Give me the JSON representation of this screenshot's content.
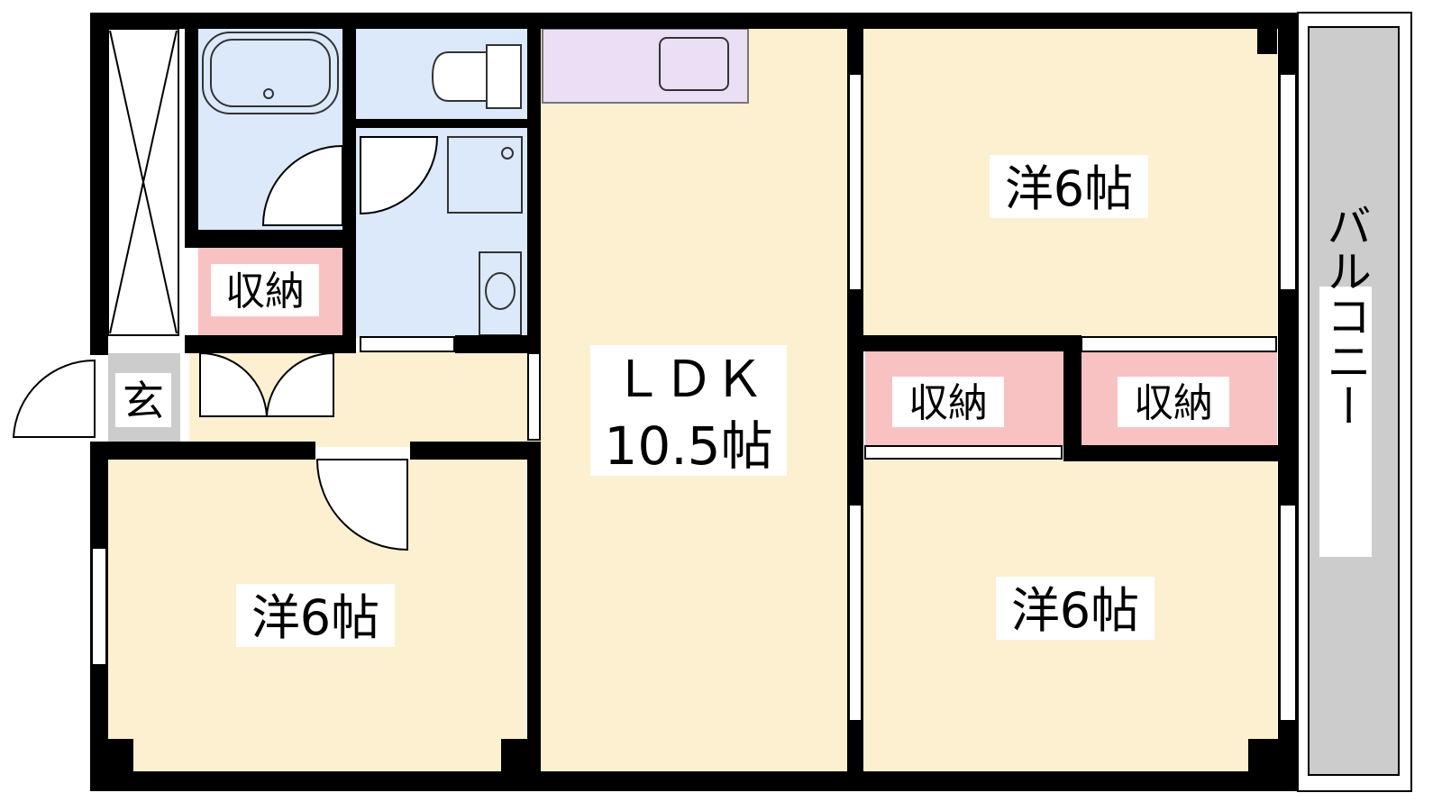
{
  "rooms": {
    "western_top_right": {
      "label": "洋6帖",
      "color": "#fcf0d0"
    },
    "western_bottom_right": {
      "label": "洋6帖",
      "color": "#fcf0d0"
    },
    "western_bottom_left": {
      "label": "洋6帖",
      "color": "#fcf0d0"
    },
    "ldk": {
      "label": "ＬＤＫ",
      "size": "10.5帖",
      "color": "#fcf0d0"
    },
    "storage_left": {
      "label": "収納",
      "color": "#f9c2c2"
    },
    "storage_center": {
      "label": "収納",
      "color": "#f9c2c2"
    },
    "storage_right": {
      "label": "収納",
      "color": "#f9c2c2"
    },
    "entrance": {
      "label": "玄",
      "color": "#cccccc"
    },
    "balcony": {
      "label": "バルコニー",
      "color": "#cccccc"
    },
    "wet_area": {
      "color": "#dbe9fb"
    },
    "kitchen_counter": {
      "color": "#eadff5"
    }
  },
  "colors": {
    "wall": "#000000",
    "floor": "#fcf0d0",
    "background": "#ffffff"
  }
}
